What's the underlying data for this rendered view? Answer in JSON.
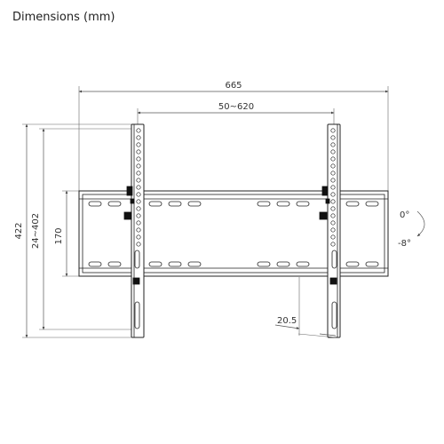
{
  "title": "Dimensions (mm)",
  "dimensions": {
    "overall_width": "665",
    "vesa_range": "50~620",
    "overall_height": "422",
    "height_range": "24~402",
    "plate_height": "170",
    "depth": "20.5"
  },
  "tilt": {
    "upper": "0°",
    "lower": "-8°"
  }
}
